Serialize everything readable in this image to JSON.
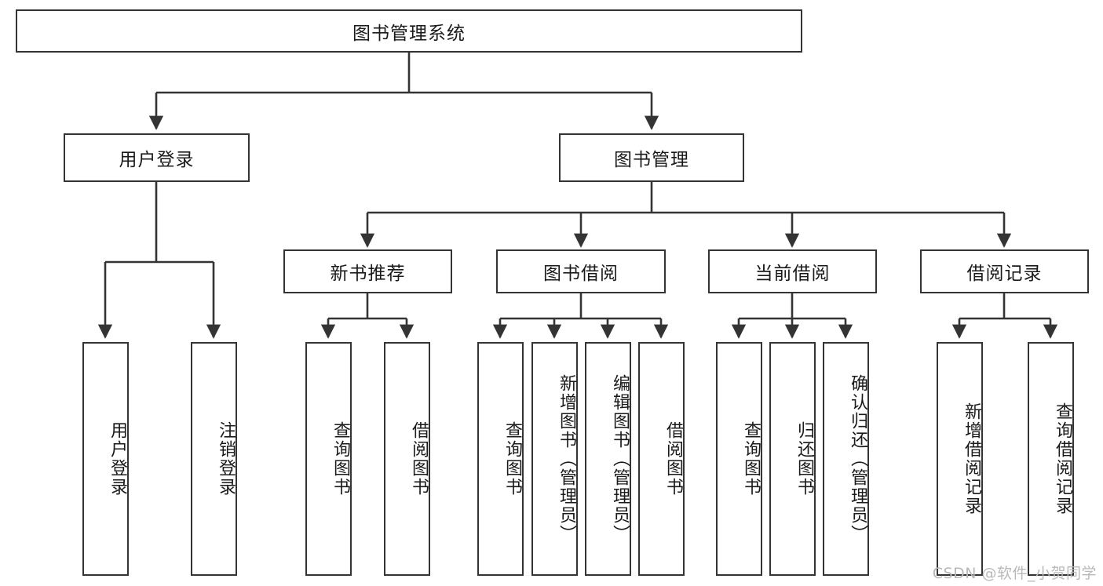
{
  "diagram": {
    "title": "图书管理系统",
    "type": "hierarchy-tree",
    "watermark": "CSDN @软件_小贺同学",
    "colors": {
      "box_border": "#343434",
      "box_fill": "#ffffff",
      "edge": "#343434",
      "text": "#1a1a1a",
      "watermark": "#b9b9b9"
    },
    "nodes": {
      "root": {
        "label": "图书管理系统",
        "orientation": "horizontal"
      },
      "level1": [
        {
          "label": "用户登录",
          "orientation": "horizontal"
        },
        {
          "label": "图书管理",
          "orientation": "horizontal"
        }
      ],
      "level2": [
        {
          "label": "新书推荐",
          "orientation": "horizontal"
        },
        {
          "label": "图书借阅",
          "orientation": "horizontal"
        },
        {
          "label": "当前借阅",
          "orientation": "horizontal"
        },
        {
          "label": "借阅记录",
          "orientation": "horizontal"
        }
      ],
      "leaves_user_login": [
        {
          "label": "用户登录",
          "orientation": "vertical"
        },
        {
          "label": "注销登录",
          "orientation": "vertical"
        }
      ],
      "leaves_new_book": [
        {
          "label": "查询图书",
          "orientation": "vertical"
        },
        {
          "label": "借阅图书",
          "orientation": "vertical"
        }
      ],
      "leaves_borrow": [
        {
          "label": "查询图书",
          "orientation": "vertical"
        },
        {
          "label": "新增图书（管理员）",
          "orientation": "vertical"
        },
        {
          "label": "编辑图书（管理员）",
          "orientation": "vertical"
        },
        {
          "label": "借阅图书",
          "orientation": "vertical"
        }
      ],
      "leaves_current": [
        {
          "label": "查询图书",
          "orientation": "vertical"
        },
        {
          "label": "归还图书",
          "orientation": "vertical"
        },
        {
          "label": "确认归还（管理员）",
          "orientation": "vertical"
        }
      ],
      "leaves_records": [
        {
          "label": "新增借阅记录",
          "orientation": "vertical"
        },
        {
          "label": "查询借阅记录",
          "orientation": "vertical"
        }
      ]
    }
  }
}
